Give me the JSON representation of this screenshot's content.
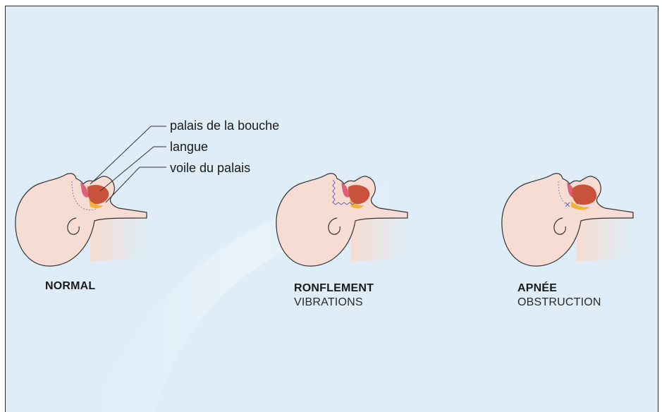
{
  "annotations": {
    "palate": "palais de la bouche",
    "tongue": "langue",
    "soft_palate": "voile du palais"
  },
  "panels": [
    {
      "title": "NORMAL",
      "subtitle": ""
    },
    {
      "title": "RONFLEMENT",
      "subtitle": "VIBRATIONS"
    },
    {
      "title": "APNÉE",
      "subtitle": "OBSTRUCTION"
    }
  ],
  "colors": {
    "background": "#deedf7",
    "skin": "#f6dcd3",
    "outline": "#333333",
    "palate": "#e0607a",
    "tongue": "#c9533a",
    "soft_palate": "#f2b23a",
    "airway_dots": "#7a8ab8",
    "vibration": "#5a6ab0"
  },
  "icons": [
    "face-profile-normal-icon",
    "face-profile-snoring-icon",
    "face-profile-apnea-icon"
  ]
}
